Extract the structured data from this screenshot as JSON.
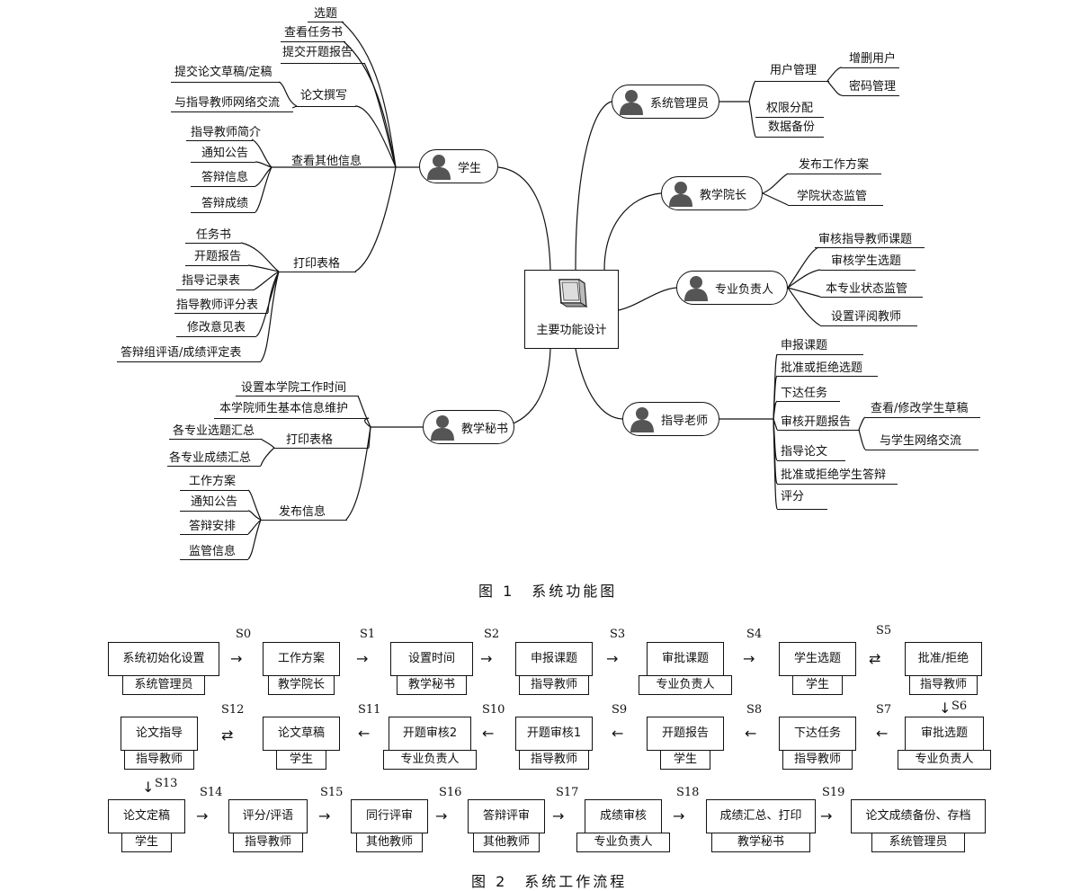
{
  "figure1": {
    "caption": "图 1　系统功能图",
    "center": "主要功能设计",
    "student": {
      "role": "学生",
      "items": [
        "选题",
        "查看任务书",
        "提交开题报告"
      ],
      "thesis": {
        "label": "论文撰写",
        "children": [
          "提交论文草稿/定稿",
          "与指导教师网络交流"
        ]
      },
      "other": {
        "label": "查看其他信息",
        "children": [
          "指导教师简介",
          "通知公告",
          "答辩信息",
          "答辩成绩"
        ]
      },
      "print": {
        "label": "打印表格",
        "children": [
          "任务书",
          "开题报告",
          "指导记录表",
          "指导教师评分表",
          "修改意见表",
          "答辩组评语/成绩评定表"
        ]
      }
    },
    "secretary": {
      "role": "教学秘书",
      "items": [
        "设置本学院工作时间",
        "本学院师生基本信息维护"
      ],
      "print": {
        "label": "打印表格",
        "children": [
          "各专业选题汇总",
          "各专业成绩汇总"
        ]
      },
      "publish": {
        "label": "发布信息",
        "children": [
          "工作方案",
          "通知公告",
          "答辩安排",
          "监管信息"
        ]
      }
    },
    "admin": {
      "role": "系统管理员",
      "users": {
        "label": "用户管理",
        "children": [
          "增删用户",
          "密码管理"
        ]
      },
      "items": [
        "权限分配",
        "数据备份"
      ]
    },
    "dean": {
      "role": "教学院长",
      "items": [
        "发布工作方案",
        "学院状态监管"
      ]
    },
    "major": {
      "role": "专业负责人",
      "items": [
        "审核指导教师课题",
        "审核学生选题",
        "本专业状态监管",
        "设置评阅教师"
      ]
    },
    "advisor": {
      "role": "指导老师",
      "items": [
        "申报课题",
        "批准或拒绝选题",
        "下达任务",
        "审核开题报告",
        "指导论文",
        "批准或拒绝学生答辩",
        "评分"
      ],
      "children": [
        "查看/修改学生草稿",
        "与学生网络交流"
      ]
    }
  },
  "figure2": {
    "caption": "图 2　系统工作流程",
    "rows": [
      [
        {
          "name": "系统初始化设置",
          "role": "系统管理员"
        },
        {
          "name": "工作方案",
          "role": "教学院长"
        },
        {
          "name": "设置时间",
          "role": "教学秘书"
        },
        {
          "name": "申报课题",
          "role": "指导教师"
        },
        {
          "name": "审批课题",
          "role": "专业负责人"
        },
        {
          "name": "学生选题",
          "role": "学生"
        },
        {
          "name": "批准/拒绝",
          "role": "指导教师"
        }
      ],
      [
        {
          "name": "论文指导",
          "role": "指导教师"
        },
        {
          "name": "论文草稿",
          "role": "学生"
        },
        {
          "name": "开题审核2",
          "role": "专业负责人"
        },
        {
          "name": "开题审核1",
          "role": "指导教师"
        },
        {
          "name": "开题报告",
          "role": "学生"
        },
        {
          "name": "下达任务",
          "role": "指导教师"
        },
        {
          "name": "审批选题",
          "role": "专业负责人"
        }
      ],
      [
        {
          "name": "论文定稿",
          "role": "学生"
        },
        {
          "name": "评分/评语",
          "role": "指导教师"
        },
        {
          "name": "同行评审",
          "role": "其他教师"
        },
        {
          "name": "答辩评审",
          "role": "其他教师"
        },
        {
          "name": "成绩审核",
          "role": "专业负责人"
        },
        {
          "name": "成绩汇总、打印",
          "role": "教学秘书"
        },
        {
          "name": "论文成绩备份、存档",
          "role": "系统管理员"
        }
      ]
    ],
    "steps": [
      "S0",
      "S1",
      "S2",
      "S3",
      "S4",
      "S5",
      "S6",
      "S7",
      "S8",
      "S9",
      "S10",
      "S11",
      "S12",
      "S13",
      "S14",
      "S15",
      "S16",
      "S17",
      "S18",
      "S19"
    ]
  }
}
